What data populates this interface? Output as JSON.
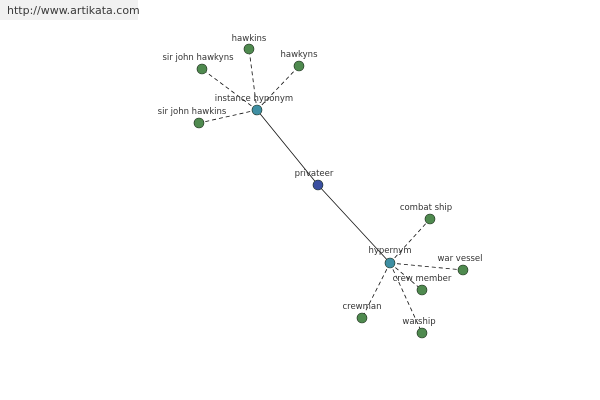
{
  "site_url": "http://www.artikata.com",
  "colors": {
    "background": "#ffffff",
    "banner": "#f1f1f1",
    "leaf": "#4f8a4f",
    "hub": "#3f8fa3",
    "center": "#3a4fa0",
    "edge": "#111111"
  },
  "graph": {
    "center": {
      "id": "privateer",
      "label": "privateer"
    },
    "hubs": [
      {
        "id": "instance_hyponym",
        "label": "instance hyponym"
      },
      {
        "id": "hypernym",
        "label": "hypernym"
      }
    ],
    "leaves": [
      {
        "id": "hawkins",
        "label": "hawkins",
        "hub": "instance_hyponym"
      },
      {
        "id": "hawkyns",
        "label": "hawkyns",
        "hub": "instance_hyponym"
      },
      {
        "id": "sir_john_hawkyns",
        "label": "sir john hawkyns",
        "hub": "instance_hyponym"
      },
      {
        "id": "sir_john_hawkins",
        "label": "sir john hawkins",
        "hub": "instance_hyponym"
      },
      {
        "id": "combat_ship",
        "label": "combat ship",
        "hub": "hypernym"
      },
      {
        "id": "war_vessel",
        "label": "war vessel",
        "hub": "hypernym"
      },
      {
        "id": "crew_member",
        "label": "crew member",
        "hub": "hypernym"
      },
      {
        "id": "crewman",
        "label": "crewman",
        "hub": "hypernym"
      },
      {
        "id": "warship",
        "label": "warship",
        "hub": "hypernym"
      }
    ]
  }
}
